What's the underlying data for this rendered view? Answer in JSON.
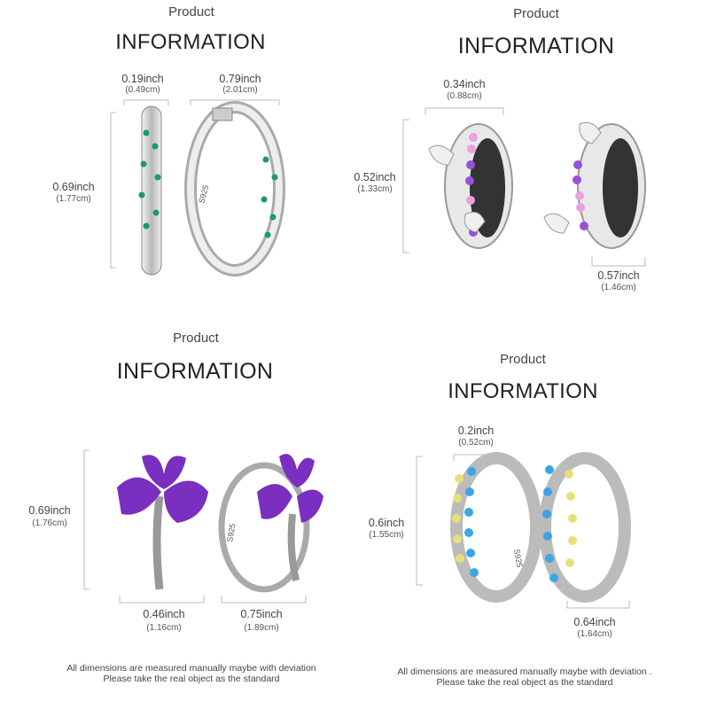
{
  "panels": [
    {
      "product": "Product",
      "title": "INFORMATION",
      "dims": [
        {
          "inch": "0.19inch",
          "cm": "(0.49cm)"
        },
        {
          "inch": "0.79inch",
          "cm": "(2.01cm)"
        },
        {
          "inch": "0.69inch",
          "cm": "(1.77cm)"
        }
      ],
      "footer": [
        "All dimensions are measured manually maybe with deviation",
        "Please take the real object as the standard"
      ],
      "gem_colors": [
        "#1a9a6a",
        "#e8e8e8"
      ]
    },
    {
      "product": "Product",
      "title": "INFORMATION",
      "dims": [
        {
          "inch": "0.34inch",
          "cm": "(0.88cm)"
        },
        {
          "inch": "0.52inch",
          "cm": "(1.33cm)"
        },
        {
          "inch": "0.57inch",
          "cm": "(1.46cm)"
        }
      ],
      "gem_colors": [
        "#e9a2dc",
        "#9a4fd8"
      ]
    },
    {
      "product": "Product",
      "title": "INFORMATION",
      "dims": [
        {
          "inch": "0.69inch",
          "cm": "(1.76cm)"
        },
        {
          "inch": "0.46inch",
          "cm": "(1.16cm)"
        },
        {
          "inch": "0.75inch",
          "cm": "(1.89cm)"
        }
      ],
      "gem_colors": [
        "#7a2fc0",
        "#5b1c99"
      ]
    },
    {
      "product": "Product",
      "title": "INFORMATION",
      "dims": [
        {
          "inch": "0.2inch",
          "cm": "(0.52cm)"
        },
        {
          "inch": "0.6inch",
          "cm": "(1.55cm)"
        },
        {
          "inch": "0.64inch",
          "cm": "(1.64cm)"
        }
      ],
      "footer": [
        "All dimensions are measured manually maybe with deviation .",
        "Please take the real object as the standard"
      ],
      "gem_colors": [
        "#e6e07a",
        "#3aa6e6"
      ]
    }
  ]
}
